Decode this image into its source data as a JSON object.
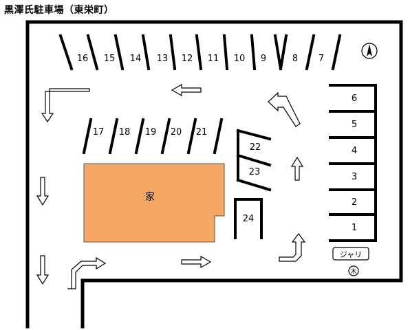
{
  "title": "黒澤氏駐車場（東栄町）",
  "house": {
    "label": "家",
    "color": "#F5A864"
  },
  "top_spots": [
    "16",
    "15",
    "14",
    "13",
    "12",
    "11",
    "10",
    "9",
    "8",
    "7"
  ],
  "middle_spots": [
    "17",
    "18",
    "19",
    "20",
    "21"
  ],
  "slant_spots": [
    "22",
    "23"
  ],
  "single_spot": "24",
  "right_spots": [
    "6",
    "5",
    "4",
    "3",
    "2",
    "1"
  ],
  "bicycle_area": {
    "label": "ジャリ",
    "tree_symbol": "木"
  },
  "north_icon": "north-arrow-icon",
  "colors": {
    "line": "#000000",
    "house": "#F5A864",
    "background": "#FFFFFF"
  }
}
